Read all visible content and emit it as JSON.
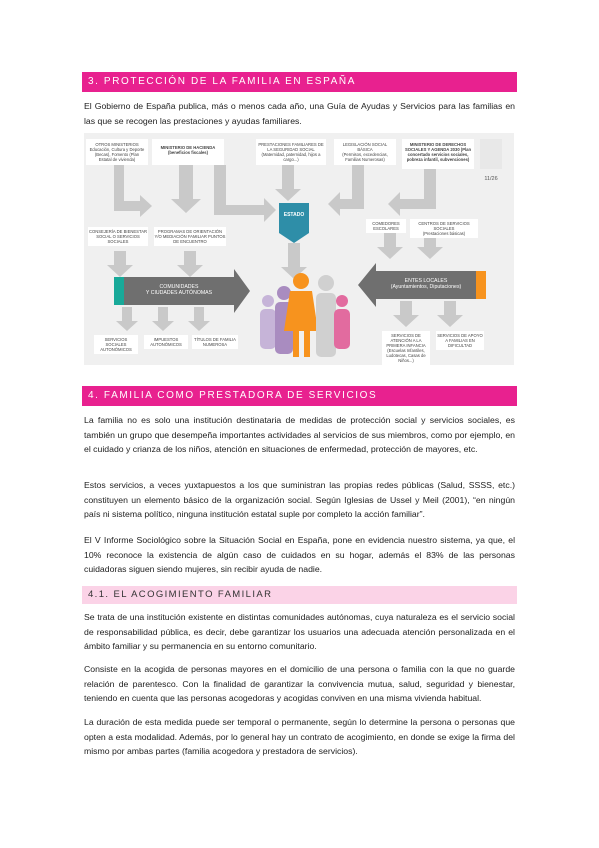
{
  "section3": {
    "title": "3. PROTECCIÓN DE LA FAMILIA EN ESPAÑA",
    "intro": "El Gobierno de España publica, más o menos cada año, una Guía de Ayudas y Servicios para las familias en las que se recogen las prestaciones y ayudas familiares."
  },
  "diagram": {
    "otros_ministerios": "OTROS MINISTERIOS\nEducación, Cultura y Deporte (Becas), Fomento (Plan Estatal de vivienda)",
    "ministerio_hacienda": "MINISTERIO DE HACIENDA\n(beneficios fiscales)",
    "prestaciones": "PRESTACIONES FAMILIARES DE LA SEGURIDAD SOCIAL (Maternidad, paternidad, hijos a cargo...)",
    "legislacion": "LEGISLACIÓN SOCIAL BÁSICA\n(Permisos, excedencias, Familias Numerosas)",
    "ministerio_derechos": "MINISTERIO DE DERECHOS SOCIALES Y AGENDA 2030 (Plan concertado servicios sociales, pobreza infantil, subvenciones)",
    "page_counter": "11/26",
    "estado": "ESTADO",
    "consejeria": "CONSEJERÍA DE BIENESTAR SOCIAL O SERVICIOS SOCIALES",
    "programas": "PROGRAMAS DE ORIENTACIÓN Y/O MEDIACIÓN FAMILIAR PUNTOS DE ENCUENTRO",
    "comedores": "COMEDORES ESCOLARES",
    "centros": "CENTROS DE SERVICIOS SOCIALES\n(Prestaciones básicas)",
    "comunidades": "COMUNIDADES\nY CIUDADES AUTÓNOMAS",
    "entes": "ENTES LOCALES\n(Ayuntamientos, Diputaciones)",
    "servicios_autonomicos": "SERVICIOS SOCIALES AUTONÓMICOS",
    "impuestos": "IMPUESTOS AUTONÓMICOS",
    "titulos": "TÍTULOS DE FAMILIA NUMEROSA",
    "servicios_atencion": "SERVICIOS DE ATENCIÓN A LA PRIMERA INFANCIA (Escuelas Infantiles, Ludotecas, Casas de Niños...)",
    "servicios_apoyo": "SERVICIOS DE APOYO A FAMILIAS EN DIFICULTAD",
    "colors": {
      "teal": "#18a999",
      "orange": "#f7931e",
      "gray": "#c9c9c9",
      "dark": "#6f6f6f",
      "purple": "#a98cc0",
      "pink": "#e26b9f",
      "light_purple": "#c6b4d8"
    }
  },
  "section4": {
    "title": "4. FAMILIA COMO PRESTADORA DE SERVICIOS",
    "p1": "La familia no es solo una institución destinataria de medidas de protección social y servicios sociales, es también un grupo que desempeña importantes actividades al servicios de sus miembros, como por ejemplo, en el cuidado y crianza de los niños, atención en situaciones de enfermedad, protección de mayores, etc.",
    "p2": "Estos servicios, a veces yuxtapuestos a los que suministran las propias redes públicas (Salud, SSSS, etc.) constituyen un elemento básico de la organización social. Según Iglesias de Ussel y Meil (2001), “en ningún país ni sistema político, ninguna institución estatal suple por completo la acción familiar”.",
    "p3": "El V Informe Sociológico sobre la Situación Social en España, pone en evidencia nuestro sistema, ya que, el 10% reconoce la existencia de algún caso de cuidados en su hogar, además el 83% de las personas cuidadoras siguen siendo mujeres, sin recibir ayuda de nadie."
  },
  "section41": {
    "title": "4.1. EL ACOGIMIENTO FAMILIAR",
    "p1": "Se trata de una institución existente en distintas comunidades autónomas, cuya naturaleza es el servicio social de responsabilidad pública, es decir, debe garantizar los usuarios una adecuada atención personalizada en el ámbito familiar y su permanencia en su entorno comunitario.",
    "p2": "Consiste en la acogida de personas mayores en el domicilio de una persona o familia con la que no guarde relación de parentesco. Con la finalidad de garantizar la convivencia mutua, salud, seguridad y bienestar, teniendo en cuenta que las personas acogedoras y acogidas conviven en una misma vivienda habitual.",
    "p3": "La duración de esta medida puede ser temporal o permanente, según lo determine la persona o personas que opten a esta modalidad. Además, por lo general hay un contrato de acogimiento, en donde se exige la firma del mismo por ambas partes (familia acogedora y prestadora de servicios)."
  }
}
